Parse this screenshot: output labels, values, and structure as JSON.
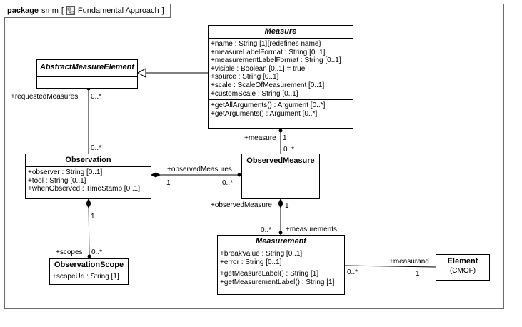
{
  "frame": {
    "keyword": "package",
    "name": "smm",
    "bracket_open": "[",
    "bracket_close": "]",
    "diagram_name": "Fundamental Approach",
    "diagram_icon": "class-diagram-icon"
  },
  "classes": {
    "measure": {
      "name": "Measure",
      "attributes": [
        "+name : String [1]{redefines name}",
        "+measureLabelFormat : String [0..1]",
        "+measurementLabelFormat : String [0..1]",
        "+visible : Boolean [0..1] = true",
        "+source : String [0..1]",
        "+scale : ScaleOfMeasurement [0..1]",
        "+customScale : String [0..1]"
      ],
      "operations": [
        "+getAllArguments() : Argument [0..*]",
        "+getArguments() : Argument [0..*]"
      ]
    },
    "abstract_measure_element": {
      "name": "AbstractMeasureElement"
    },
    "observation": {
      "name": "Observation",
      "attributes": [
        "+observer : String [0..1]",
        "+tool : String [0..1]",
        "+whenObserved : TimeStamp [0..1]"
      ]
    },
    "observed_measure": {
      "name": "ObservedMeasure"
    },
    "observation_scope": {
      "name": "ObservationScope",
      "attributes": [
        "+scopeUri : String [1]"
      ]
    },
    "measurement": {
      "name": "Measurement",
      "attributes": [
        "+breakValue : String [0..1]",
        "+error : String [0..1]"
      ],
      "operations": [
        "+getMeasureLabel() : String [1]",
        "+getMeasurementLabel() : String [1]"
      ]
    },
    "element": {
      "name": "Element",
      "subtitle": "(CMOF)"
    }
  },
  "labels": {
    "requested_measures": "+requestedMeasures",
    "requested_mult_top": "0..*",
    "requested_mult_bottom": "0..*",
    "measure_role": "+measure",
    "measure_mult": "1",
    "measure_obs_mult": "0..*",
    "observed_measures_role": "+observedMeasures",
    "observation_mult": "1",
    "observed_measures_mult": "0..*",
    "observed_measure_role": "+observedMeasure",
    "observed_measure_mult": "1",
    "measurements_mult": "0..*",
    "measurements_role": "+measurements",
    "scopes_mult_top": "1",
    "scopes_role": "+scopes",
    "scopes_mult": "0..*",
    "measurand_role": "+measurand",
    "measurand_mult": "1",
    "measurement_element_mult": "0..*"
  }
}
